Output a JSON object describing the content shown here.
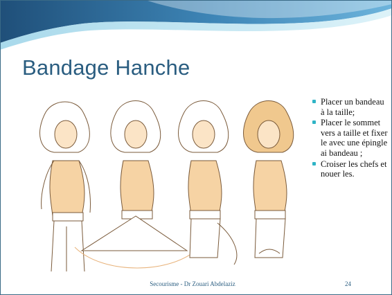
{
  "slide": {
    "title": "Bandage Hanche",
    "bullets": [
      "Placer un bandeau à la taille;",
      "Placer le sommet vers a taille et fixer le avec une épingle ai bandeau ;",
      "Croiser les chefs et nouer les."
    ],
    "footer": "Secourisme - Dr Zouari Abdelaziz",
    "page_number": "24"
  },
  "illustration": {
    "figures": [
      "step-1",
      "step-2",
      "step-3",
      "step-4"
    ]
  },
  "colors": {
    "header_blue": "#2f6f9e",
    "accent_teal": "#2fb4c6",
    "title_blue": "#2a5d80",
    "skin": "#f6d3a4",
    "hair": "#e8c48c"
  }
}
